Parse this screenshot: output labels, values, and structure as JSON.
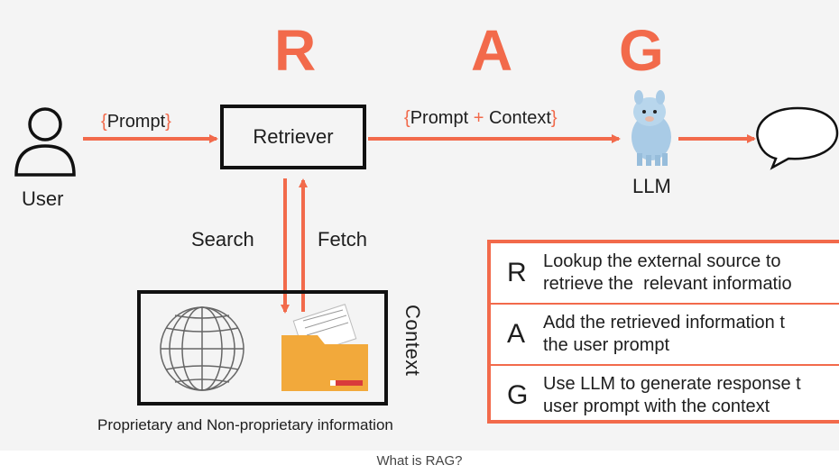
{
  "header": {
    "letters": [
      "R",
      "A",
      "G"
    ]
  },
  "nodes": {
    "user": "User",
    "retriever": "Retriever",
    "llm": "LLM",
    "context": "Context",
    "context_caption": "Proprietary and Non-proprietary information"
  },
  "edges": {
    "prompt": {
      "open": "{",
      "text": "Prompt",
      "close": "}"
    },
    "prompt_context": {
      "open": "{",
      "part1": "Prompt",
      "plus": "+",
      "part2": "Context",
      "close": "}"
    },
    "search": "Search",
    "fetch": "Fetch"
  },
  "legend": [
    {
      "letter": "R",
      "text": "Lookup the external source to\nretrieve the  relevant informatio"
    },
    {
      "letter": "A",
      "text": "Add the retrieved information t\nthe user prompt"
    },
    {
      "letter": "G",
      "text": "Use LLM to generate response t\nuser prompt with the context"
    }
  ],
  "footer": {
    "caption": "What is RAG?"
  },
  "colors": {
    "accent": "#f26a4b",
    "ink": "#111111",
    "background": "#f4f4f4",
    "folder": "#f2a93b",
    "llama": "#a9cbe6"
  },
  "icons": [
    "user-icon",
    "globe-icon",
    "folder-icon",
    "llama-icon",
    "speech-bubble-icon"
  ]
}
